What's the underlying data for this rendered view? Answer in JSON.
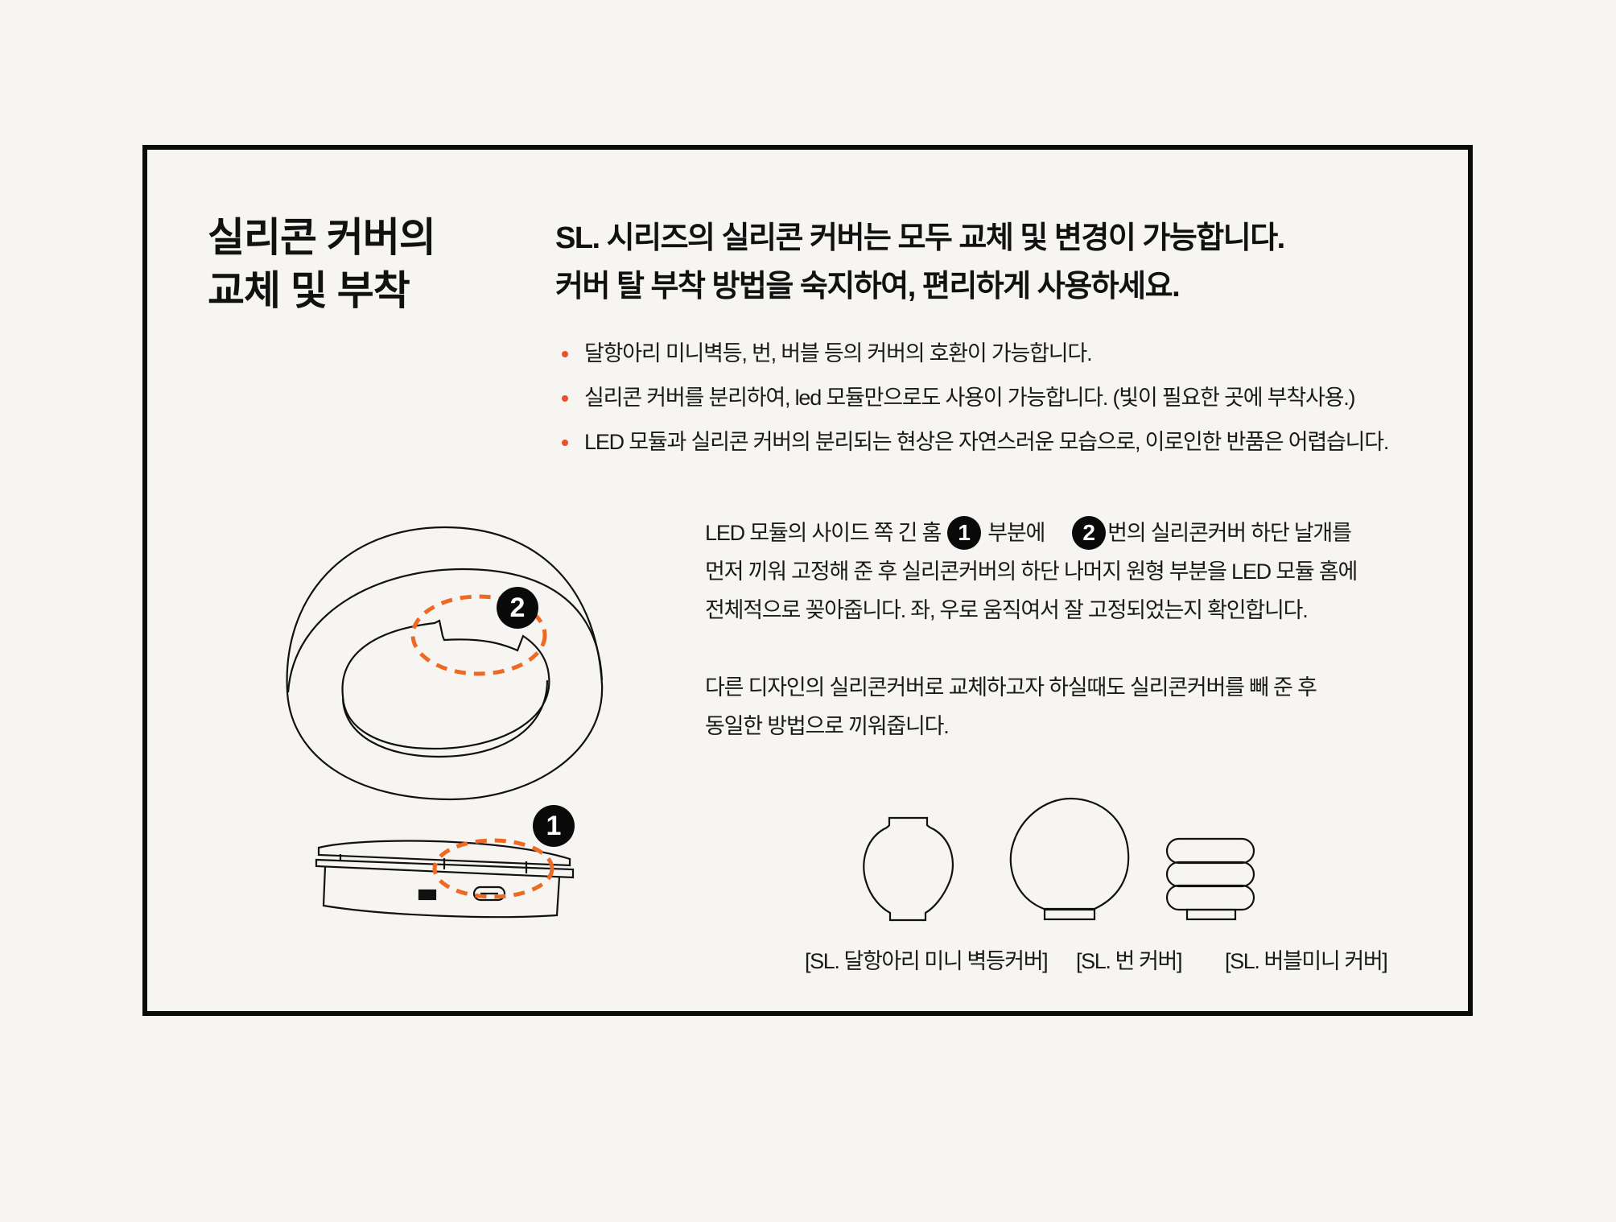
{
  "section_title": "실리콘 커버의\n교체 및 부착",
  "headline": {
    "line1": "SL. 시리즈의 실리콘 커버는 모두 교체 및 변경이 가능합니다.",
    "line2": "커버 탈 부착 방법을 숙지하여, 편리하게 사용하세요."
  },
  "bullets": [
    "달항아리 미니벽등, 번, 버블 등의 커버의 호환이 가능합니다.",
    "실리콘 커버를 분리하여, led 모듈만으로도 사용이 가능합니다. (빛이 필요한 곳에 부착사용.)",
    "LED 모듈과 실리콘 커버의 분리되는 현상은  자연스러운 모습으로, 이로인한 반품은 어렵습니다."
  ],
  "instructions": {
    "p1_l1_a": "LED 모듈의 사이드 쪽  긴 홈",
    "badge1": "1",
    "p1_l1_b": "부분에",
    "badge2": "2",
    "p1_l1_c": "번의 실리콘커버 하단 날개를",
    "p1_l2": "먼저 끼워 고정해 준 후 실리콘커버의 하단 나머지 원형 부분을 LED 모듈 홈에",
    "p1_l3": "전체적으로 꽂아줍니다.   좌, 우로 움직여서 잘 고정되었는지 확인합니다.",
    "p2_l1": "다른 디자인의 실리콘커버로  교체하고자 하실때도 실리콘커버를 빼 준 후",
    "p2_l2": "동일한 방법으로 끼워줍니다."
  },
  "illustration": {
    "cover_badge": "2",
    "module_badge": "1"
  },
  "covers": [
    {
      "label": "[SL. 달항아리 미니 벽등커버]"
    },
    {
      "label": "[SL. 번 커버]"
    },
    {
      "label": "[SL. 버블미니 커버]"
    }
  ],
  "colors": {
    "background": "#f7f5f1",
    "frame": "#0a0a0a",
    "accent_orange": "#ee6a24",
    "bullet": "#e8532b"
  }
}
